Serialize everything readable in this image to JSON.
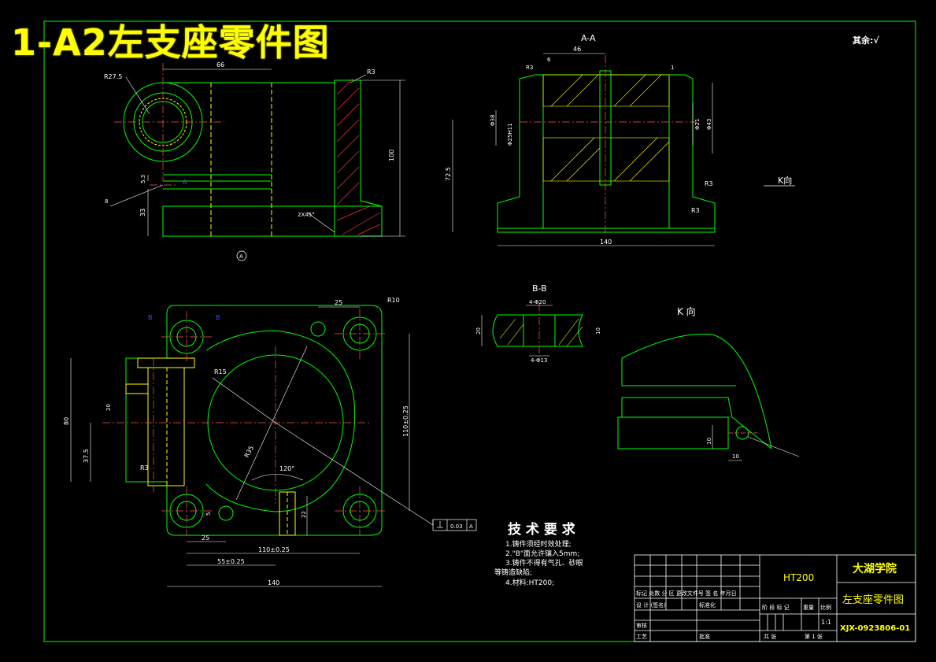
{
  "title_overlay": "1-A2左支座零件图",
  "roughness_note": "其余:√",
  "sections": {
    "aa": "A-A",
    "bb": "B-B",
    "k_view_arrow": "K向",
    "k_view_title": "K 向",
    "view_marker_a": "A",
    "view_marker_b": "B"
  },
  "dims": {
    "d66": "66",
    "r275": "R27.5",
    "r3_top": "R3",
    "d100": "100",
    "d33": "33",
    "d53": "5.3",
    "d8": "8",
    "chamfer": "2X45°",
    "d46": "46",
    "d6": "6",
    "d1": "1",
    "r3a": "R3",
    "r3b": "R3",
    "r3c": "R3",
    "d38": "Φ38",
    "d25h11": "Φ25H11",
    "d21": "Φ21",
    "d43": "Φ43",
    "d725": "72.5",
    "d140a": "140",
    "d4phi20": "4-Φ20",
    "d4phi13": "4-Φ13",
    "d20b": "20",
    "d10": "10",
    "d25": "25",
    "r10": "R10",
    "r15": "R15",
    "r3d": "R3",
    "r35": "R35",
    "d20": "20",
    "d80": "80",
    "d375": "37.5",
    "d110v": "110±0.25",
    "d120": "120°",
    "d5": "5",
    "d22": "22",
    "d25b": "25",
    "d110h": "110±0.25",
    "d55": "55±0.25",
    "d140b": "140",
    "k10a": "10",
    "k10b": "10",
    "tol_value": "0.03",
    "tol_datum": "A"
  },
  "tech_req": {
    "title": "技 术 要 求",
    "items": [
      "1.铸件须经时效处理;",
      "2.\"B\"面允许镶入5mm;",
      "3.铸件不得有气孔、砂眼",
      "等铸造缺陷;",
      "4.材料:HT200;"
    ]
  },
  "title_block": {
    "material": "HT200",
    "school": "大湖学院",
    "drawing_name": "左支座零件图",
    "drawing_no": "XJX-0923806-01",
    "scale": "1:1",
    "row_marks": "标记 处数 分 区 更改文件号 签 名 年月日",
    "row_design": "设 计  (签名)",
    "row_standard": "标准化",
    "row_stage": "阶 段 标 记",
    "weight": "重量",
    "ratio": "比例",
    "check": "审核",
    "process": "工艺",
    "approve": "批准",
    "total": "共 张",
    "sheet": "第 1 张"
  }
}
